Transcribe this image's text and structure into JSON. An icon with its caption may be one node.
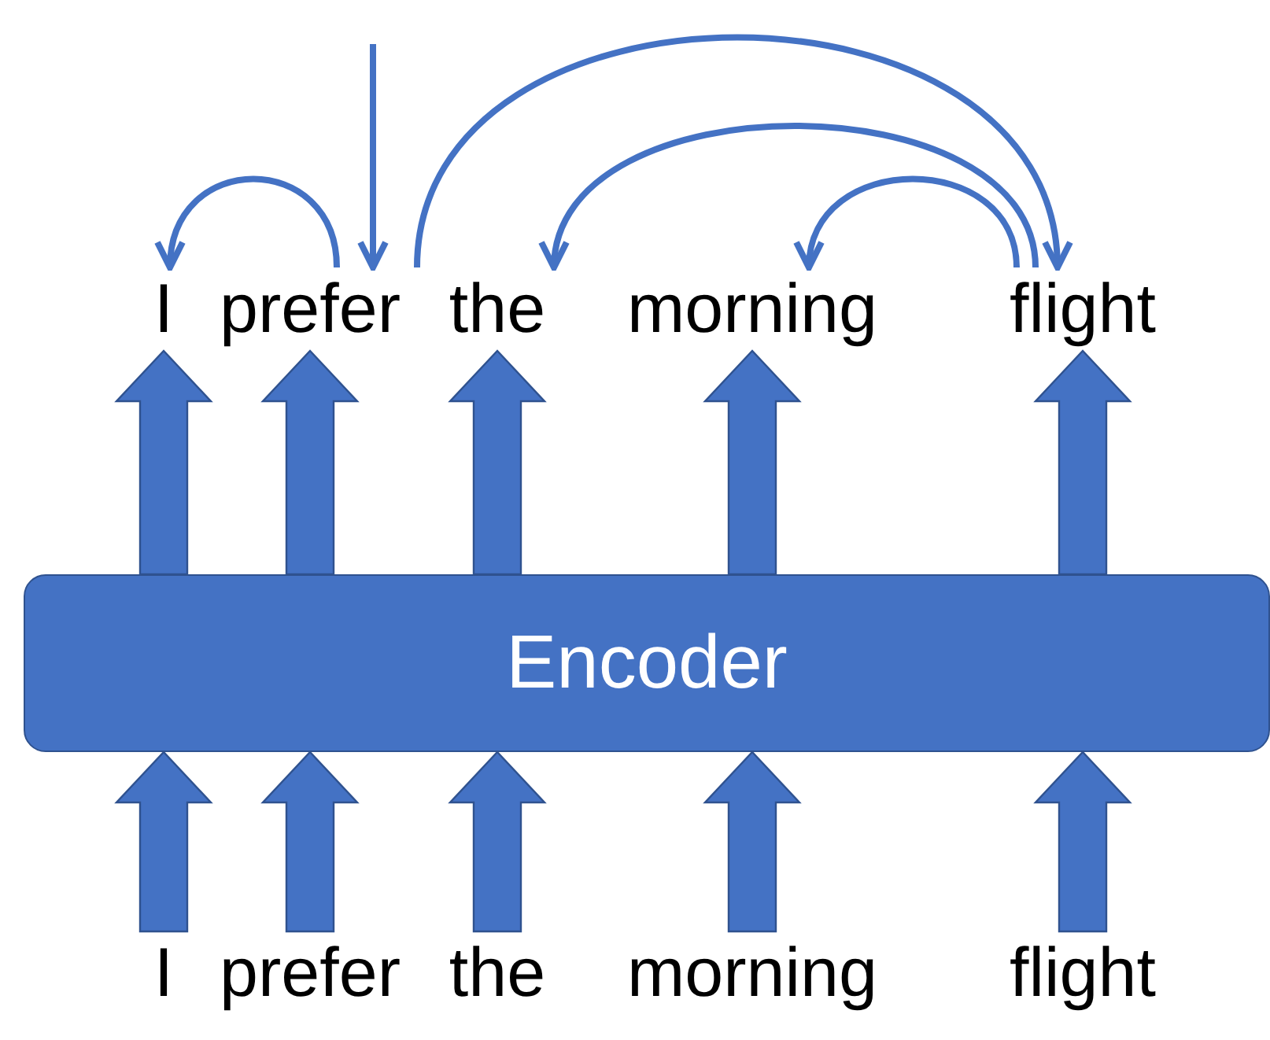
{
  "diagram": {
    "nodes": [
      {
        "text": [
          "I"
        ]
      },
      {
        "text": [
          "prefer"
        ]
      },
      {
        "text": [
          "the"
        ]
      },
      {
        "text": [
          "morning"
        ]
      },
      {
        "text": [
          "flight"
        ]
      },
      {
        "text": [
          "Encoder"
        ]
      },
      {
        "text": [
          "I"
        ]
      },
      {
        "text": [
          "prefer"
        ]
      },
      {
        "text": [
          "the"
        ]
      },
      {
        "text": [
          "morning"
        ]
      },
      {
        "text": [
          "flight"
        ]
      }
    ],
    "edges": [
      {
        "from": null,
        "to": 1,
        "arrow": "to"
      },
      {
        "from": 1,
        "to": 0,
        "arrow": "to"
      },
      {
        "from": 1,
        "to": 4,
        "arrow": "to"
      },
      {
        "from": 4,
        "to": 2,
        "arrow": "to"
      },
      {
        "from": 4,
        "to": 3,
        "arrow": "to"
      },
      {
        "from": 5,
        "to": 0,
        "arrow": "to",
        "style": "thick"
      },
      {
        "from": 5,
        "to": 1,
        "arrow": "to",
        "style": "thick"
      },
      {
        "from": 5,
        "to": 2,
        "arrow": "to",
        "style": "thick"
      },
      {
        "from": 5,
        "to": 3,
        "arrow": "to",
        "style": "thick"
      },
      {
        "from": 5,
        "to": 4,
        "arrow": "to",
        "style": "thick"
      },
      {
        "from": 6,
        "to": 5,
        "arrow": "to",
        "style": "thick"
      },
      {
        "from": 7,
        "to": 5,
        "arrow": "to",
        "style": "thick"
      },
      {
        "from": 8,
        "to": 5,
        "arrow": "to",
        "style": "thick"
      },
      {
        "from": 9,
        "to": 5,
        "arrow": "to",
        "style": "thick"
      },
      {
        "from": 10,
        "to": 5,
        "arrow": "to",
        "style": "thick"
      }
    ]
  }
}
